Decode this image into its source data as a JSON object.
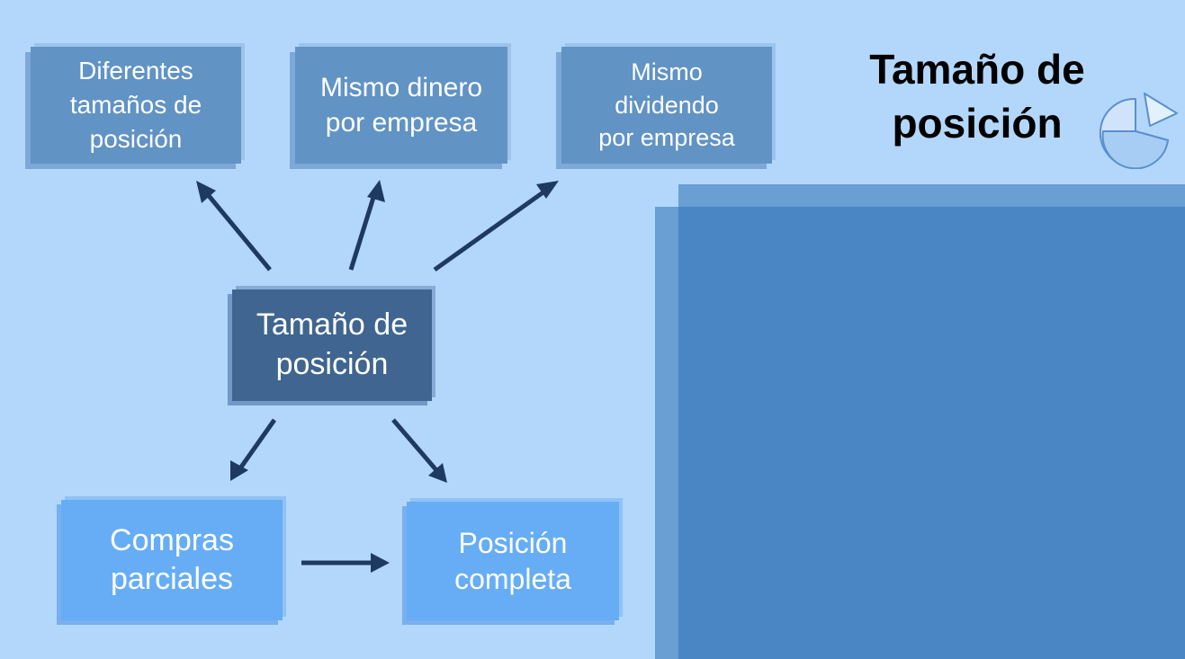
{
  "boxes": {
    "different_sizes": "Diferentes\ntamaños de\nposición",
    "same_money": "Mismo dinero\npor empresa",
    "same_dividend": "Mismo\ndividendo\npor empresa",
    "center": "Tamaño de\nposición",
    "partial": "Compras\nparciales",
    "full": "Posición\ncompleta"
  },
  "title": "Tamaño de\nposición",
  "icons": {
    "title_icon": "pie-chart-icon"
  },
  "colors": {
    "background": "#b3d7fa",
    "top_box": "#6193c5",
    "center_box": "#3f6590",
    "bottom_box": "#66adf5",
    "arrow": "#1f3a60",
    "panel": "#4a86c4"
  }
}
